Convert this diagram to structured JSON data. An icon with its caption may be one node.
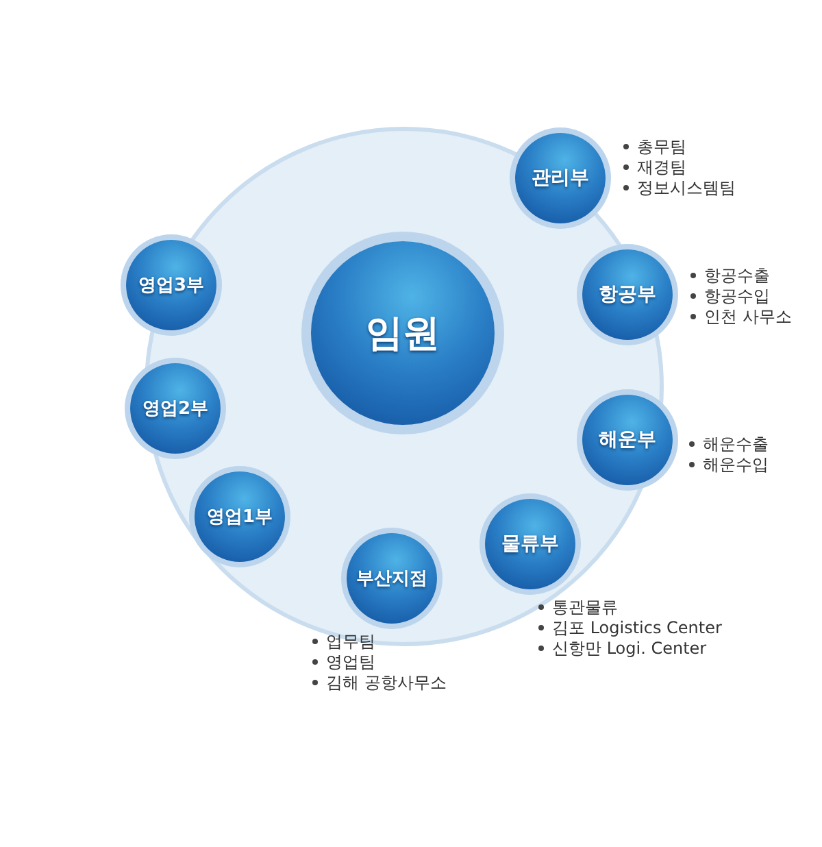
{
  "diagram": {
    "nodes": [
      {
        "text": [
          "임원"
        ]
      },
      {
        "text": [
          "관리부"
        ],
        "beside": [
          "총무팀",
          "재경팀",
          "정보시스템팀"
        ]
      },
      {
        "text": [
          "항공부"
        ],
        "beside": [
          "항공수출",
          "항공수입",
          "인천 사무소"
        ]
      },
      {
        "text": [
          "해운부"
        ],
        "beside": [
          "해운수출",
          "해운수입"
        ]
      },
      {
        "text": [
          "물류부"
        ],
        "beside": [
          "통관물류",
          "김포 Logistics Center",
          "신항만 Logi. Center"
        ]
      },
      {
        "text": [
          "부산지점"
        ],
        "beside": [
          "업무팀",
          "영업팀",
          "김해 공항사무소"
        ]
      },
      {
        "text": [
          "영업1부"
        ]
      },
      {
        "text": [
          "영업2부"
        ]
      },
      {
        "text": [
          "영업3부"
        ]
      }
    ]
  }
}
